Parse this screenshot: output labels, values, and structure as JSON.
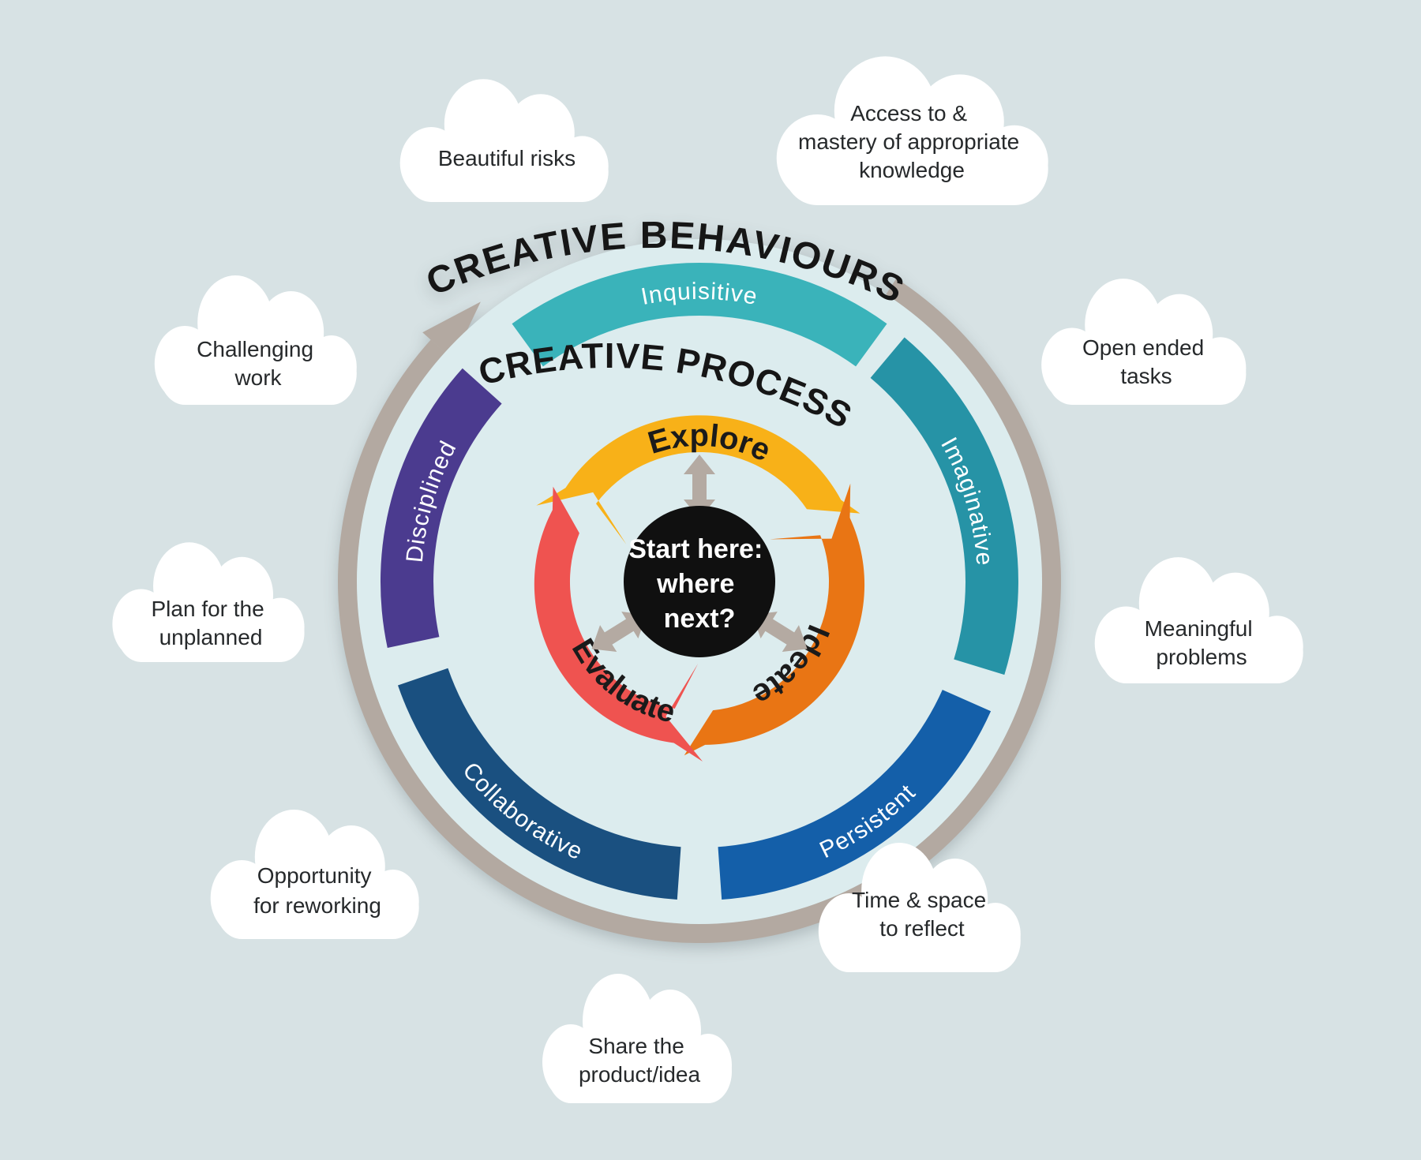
{
  "background_color": "#d7e2e4",
  "diagram": {
    "outer_title": "CREATIVE BEHAVIOURS",
    "inner_title": "CREATIVE PROCESS",
    "ring_color": "#b3a9a1",
    "disc_color": "#dcecee",
    "behaviours": [
      {
        "label": "Inquisitive",
        "color": "#3ab3ba"
      },
      {
        "label": "Imaginative",
        "color": "#2693a6"
      },
      {
        "label": "Persistent",
        "color": "#145fa9"
      },
      {
        "label": "Collaborative",
        "color": "#1a5080"
      },
      {
        "label": "Disciplined",
        "color": "#4b3b8f"
      }
    ],
    "process": [
      {
        "label": "Explore",
        "color": "#f8b118"
      },
      {
        "label": "Ideate",
        "color": "#e97514"
      },
      {
        "label": "Evaluate",
        "color": "#ef5350"
      }
    ],
    "center": {
      "color": "#101010",
      "lines": [
        "Start here:",
        "where",
        "next?"
      ]
    },
    "connector_color": "#b4aaa2"
  },
  "clouds_style": {
    "fill": "#ffffff",
    "text_color": "#26292b"
  },
  "clouds": [
    {
      "id": "beautiful-risks",
      "lines": [
        "Beautiful risks"
      ]
    },
    {
      "id": "access-knowledge",
      "lines": [
        "Access to &",
        "mastery of appropriate",
        "knowledge"
      ]
    },
    {
      "id": "challenging-work",
      "lines": [
        "Challenging",
        "work"
      ]
    },
    {
      "id": "open-ended-tasks",
      "lines": [
        "Open ended",
        "tasks"
      ]
    },
    {
      "id": "plan-for-unplanned",
      "lines": [
        "Plan for the",
        "unplanned"
      ]
    },
    {
      "id": "meaningful-problems",
      "lines": [
        "Meaningful",
        "problems"
      ]
    },
    {
      "id": "opportunity-reworking",
      "lines": [
        "Opportunity",
        "for reworking"
      ]
    },
    {
      "id": "time-space-reflect",
      "lines": [
        "Time & space",
        "to reflect"
      ]
    },
    {
      "id": "share-product-idea",
      "lines": [
        "Share the",
        "product/idea"
      ]
    }
  ]
}
